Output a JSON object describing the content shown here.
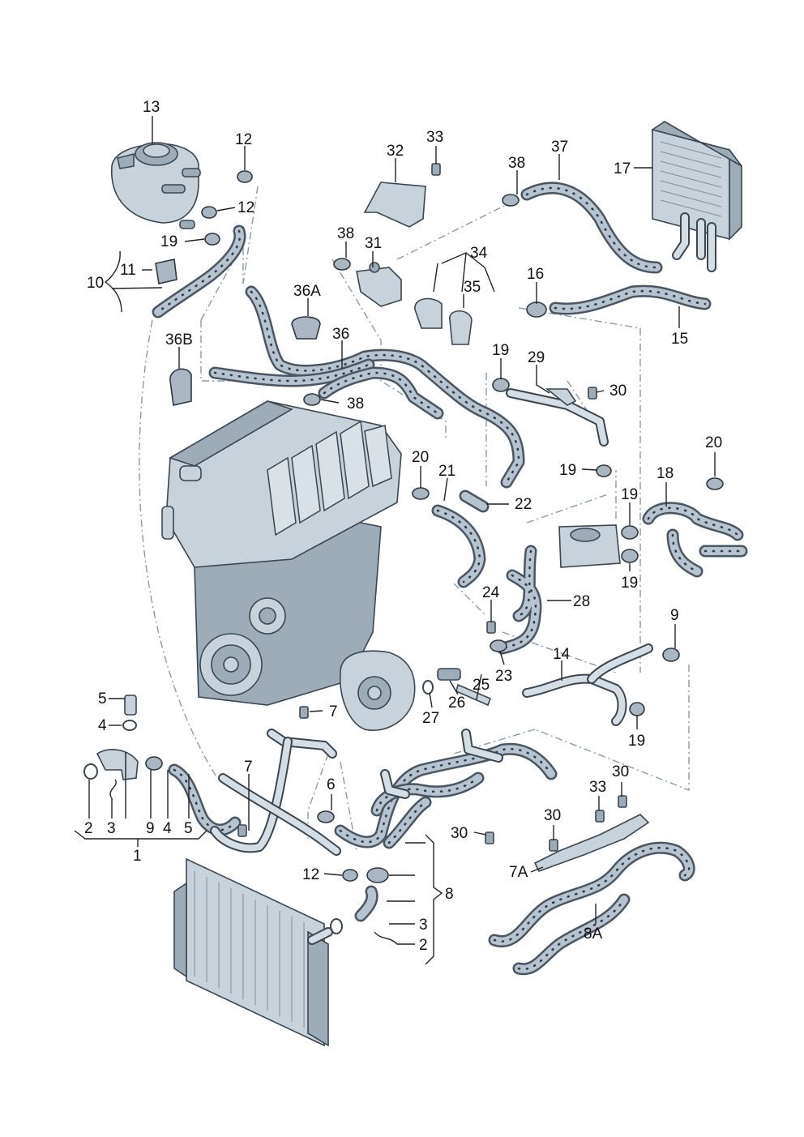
{
  "diagram": {
    "callouts": {
      "p13": "13",
      "p12a": "12",
      "p12b": "12",
      "p19a": "19",
      "p11": "11",
      "p10": "10",
      "p36A": "36A",
      "p36B": "36B",
      "p36": "36",
      "p38a": "38",
      "p38b": "38",
      "p38c": "38",
      "p31": "31",
      "p32": "32",
      "p33a": "33",
      "p34": "34",
      "p35": "35",
      "p37": "37",
      "p17": "17",
      "p16": "16",
      "p15": "15",
      "p19b": "19",
      "p29": "29",
      "p30a": "30",
      "p19c": "19",
      "p20a": "20",
      "p21": "21",
      "p22": "22",
      "p20b": "20",
      "p18": "18",
      "p19d": "19",
      "p19e": "19",
      "p24": "24",
      "p28": "28",
      "p9a": "9",
      "p14": "14",
      "p23": "23",
      "p25": "25",
      "p26": "26",
      "p27": "27",
      "p19f": "19",
      "p5a": "5",
      "p4a": "4",
      "p7a": "7",
      "p7b": "7",
      "p6": "6",
      "p2a": "2",
      "p3a": "3",
      "p9b": "9",
      "p4b": "4",
      "p5b": "5",
      "p1": "1",
      "p30b": "30",
      "p33b": "33",
      "p30c": "30",
      "p30d": "30",
      "p7A": "7A",
      "p8A": "8A",
      "p12c": "12",
      "p8": "8",
      "p3b": "3",
      "p2b": "2"
    }
  }
}
